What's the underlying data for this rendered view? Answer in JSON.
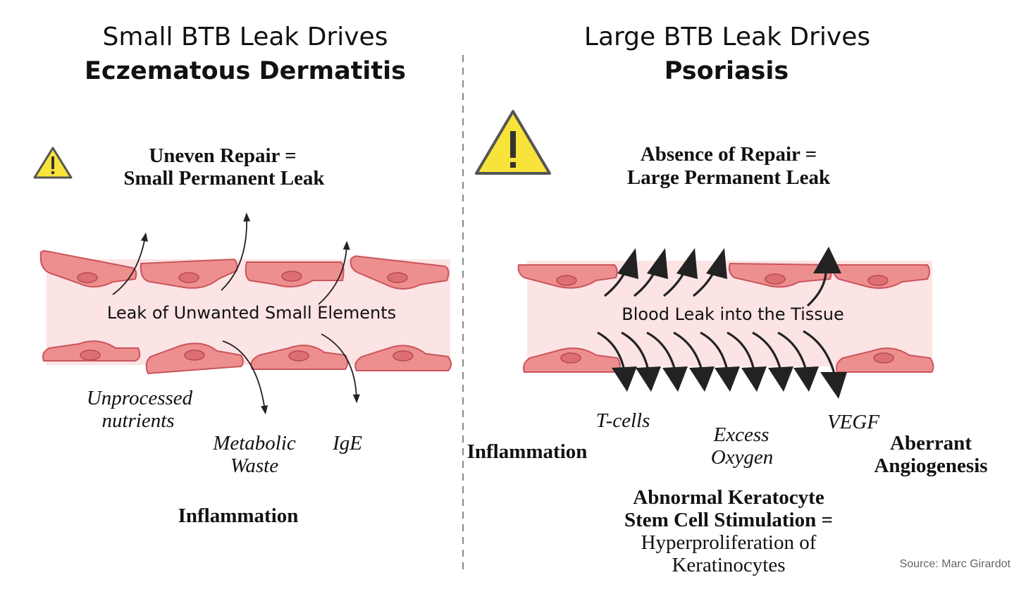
{
  "left_panel": {
    "title_line1": "Small BTB Leak Drives",
    "title_line2": "Eczematous Dermatitis",
    "repair_line1": "Uneven Repair =",
    "repair_line2": "Small Permanent Leak",
    "vessel_label": "Leak of Unwanted Small Elements",
    "unprocessed_line1": "Unprocessed",
    "unprocessed_line2": "nutrients",
    "metabolic_line1": "Metabolic",
    "metabolic_line2": "Waste",
    "ige": "IgE",
    "inflammation": "Inflammation"
  },
  "right_panel": {
    "title_line1": "Large BTB Leak Drives",
    "title_line2": "Psoriasis",
    "repair_line1": "Absence of Repair =",
    "repair_line2": "Large Permanent Leak",
    "vessel_label": "Blood Leak into the Tissue",
    "tcells": "T-cells",
    "oxygen_line1": "Excess",
    "oxygen_line2": "Oxygen",
    "vegf": "VEGF",
    "inflammation": "Inflammation",
    "angio_line1": "Aberrant",
    "angio_line2": "Angiogenesis",
    "kerat_line1": "Abnormal Keratocyte",
    "kerat_line2": "Stem Cell Stimulation =",
    "kerat_line3": "Hyperproliferation of",
    "kerat_line4": "Keratinocytes"
  },
  "source": "Source: Marc Girardot",
  "icons": {
    "left_warning": "warning-icon",
    "right_warning": "warning-icon"
  },
  "colors": {
    "vessel_fill": "#fce3e4",
    "cell_fill": "#ee8f8f",
    "warning_fill": "#f7e33a",
    "divider": "#888888"
  }
}
